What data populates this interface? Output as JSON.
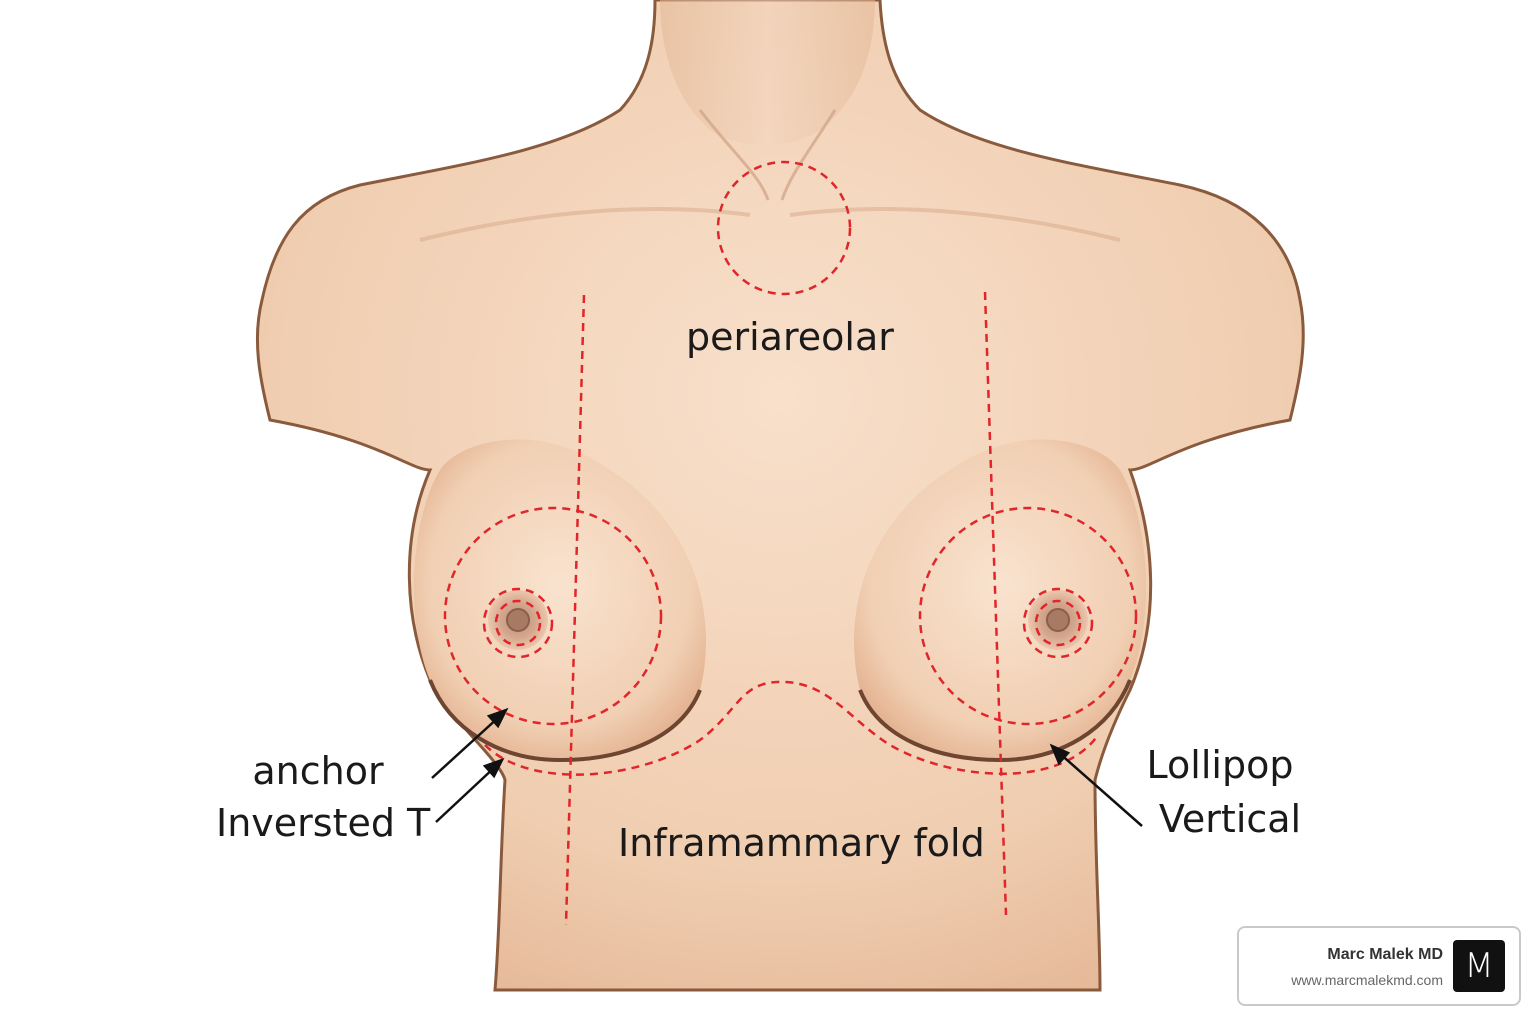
{
  "labels": {
    "periareolar": "periareolar",
    "inframammary": "Inframammary fold",
    "anchor": "anchor",
    "inverted_t": "Inversted T",
    "lollipop": "Lollipop",
    "vertical": "Vertical"
  },
  "badge": {
    "name": "Marc Malek MD",
    "url": "www.marcmalekmd.com",
    "logo_letter": "M"
  },
  "colors": {
    "skin": "#f3d2b8",
    "outline": "#8a5a3c",
    "incision": "#e0262a",
    "text": "#1a1a1a"
  }
}
